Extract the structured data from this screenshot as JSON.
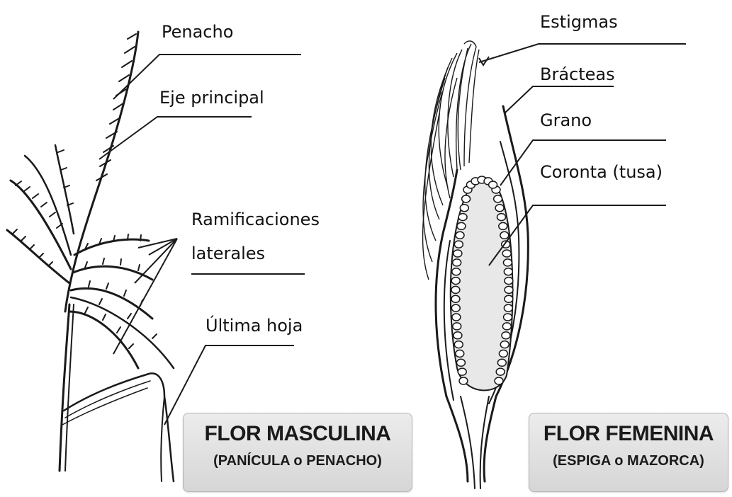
{
  "male": {
    "labels": {
      "penacho": "Penacho",
      "eje": "Eje principal",
      "ramificaciones_1": "Ramificaciones",
      "ramificaciones_2": "laterales",
      "ultima_hoja": "Última hoja"
    },
    "title": "FLOR MASCULINA",
    "subtitle": "(PANÍCULA o PENACHO)"
  },
  "female": {
    "labels": {
      "estigmas": "Estigmas",
      "bracteas": "Brácteas",
      "grano": "Grano",
      "coronta": "Coronta (tusa)"
    },
    "title": "FLOR FEMENINA",
    "subtitle": "(ESPIGA o MAZORCA)"
  },
  "colors": {
    "line": "#1a1a1a",
    "box_fill": "#dcdcdc",
    "cob_fill": "#e8e8e8"
  }
}
